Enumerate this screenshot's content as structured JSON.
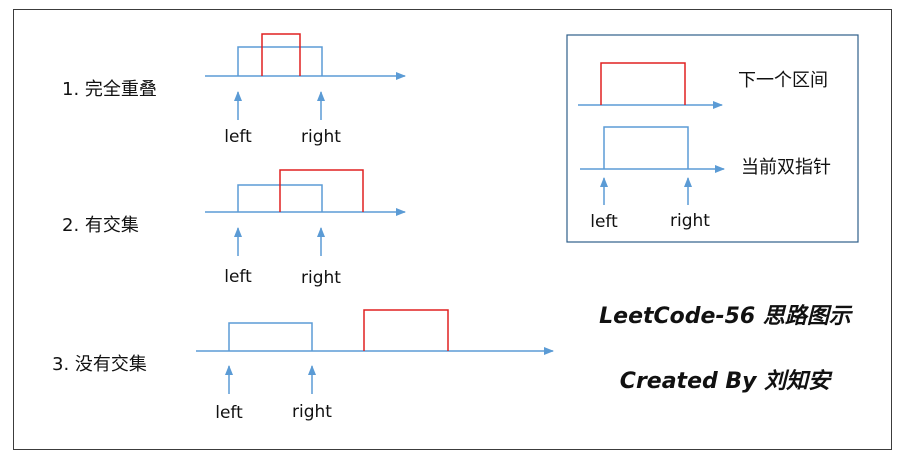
{
  "colors": {
    "axis": "#5b9bd5",
    "current_interval": "#5b9bd5",
    "next_interval": "#e02020",
    "legend_border": "#2e5f8a"
  },
  "cases": [
    {
      "title": "1. 完全重叠",
      "left_label": "left",
      "right_label": "right"
    },
    {
      "title": "2. 有交集",
      "left_label": "left",
      "right_label": "right"
    },
    {
      "title": "3. 没有交集",
      "left_label": "left",
      "right_label": "right"
    }
  ],
  "legend": {
    "next_interval": "下一个区间",
    "current_pointers": "当前双指针",
    "left_label": "left",
    "right_label": "right"
  },
  "caption": {
    "title": "LeetCode-56 思路图示",
    "author": "Created By 刘知安"
  }
}
